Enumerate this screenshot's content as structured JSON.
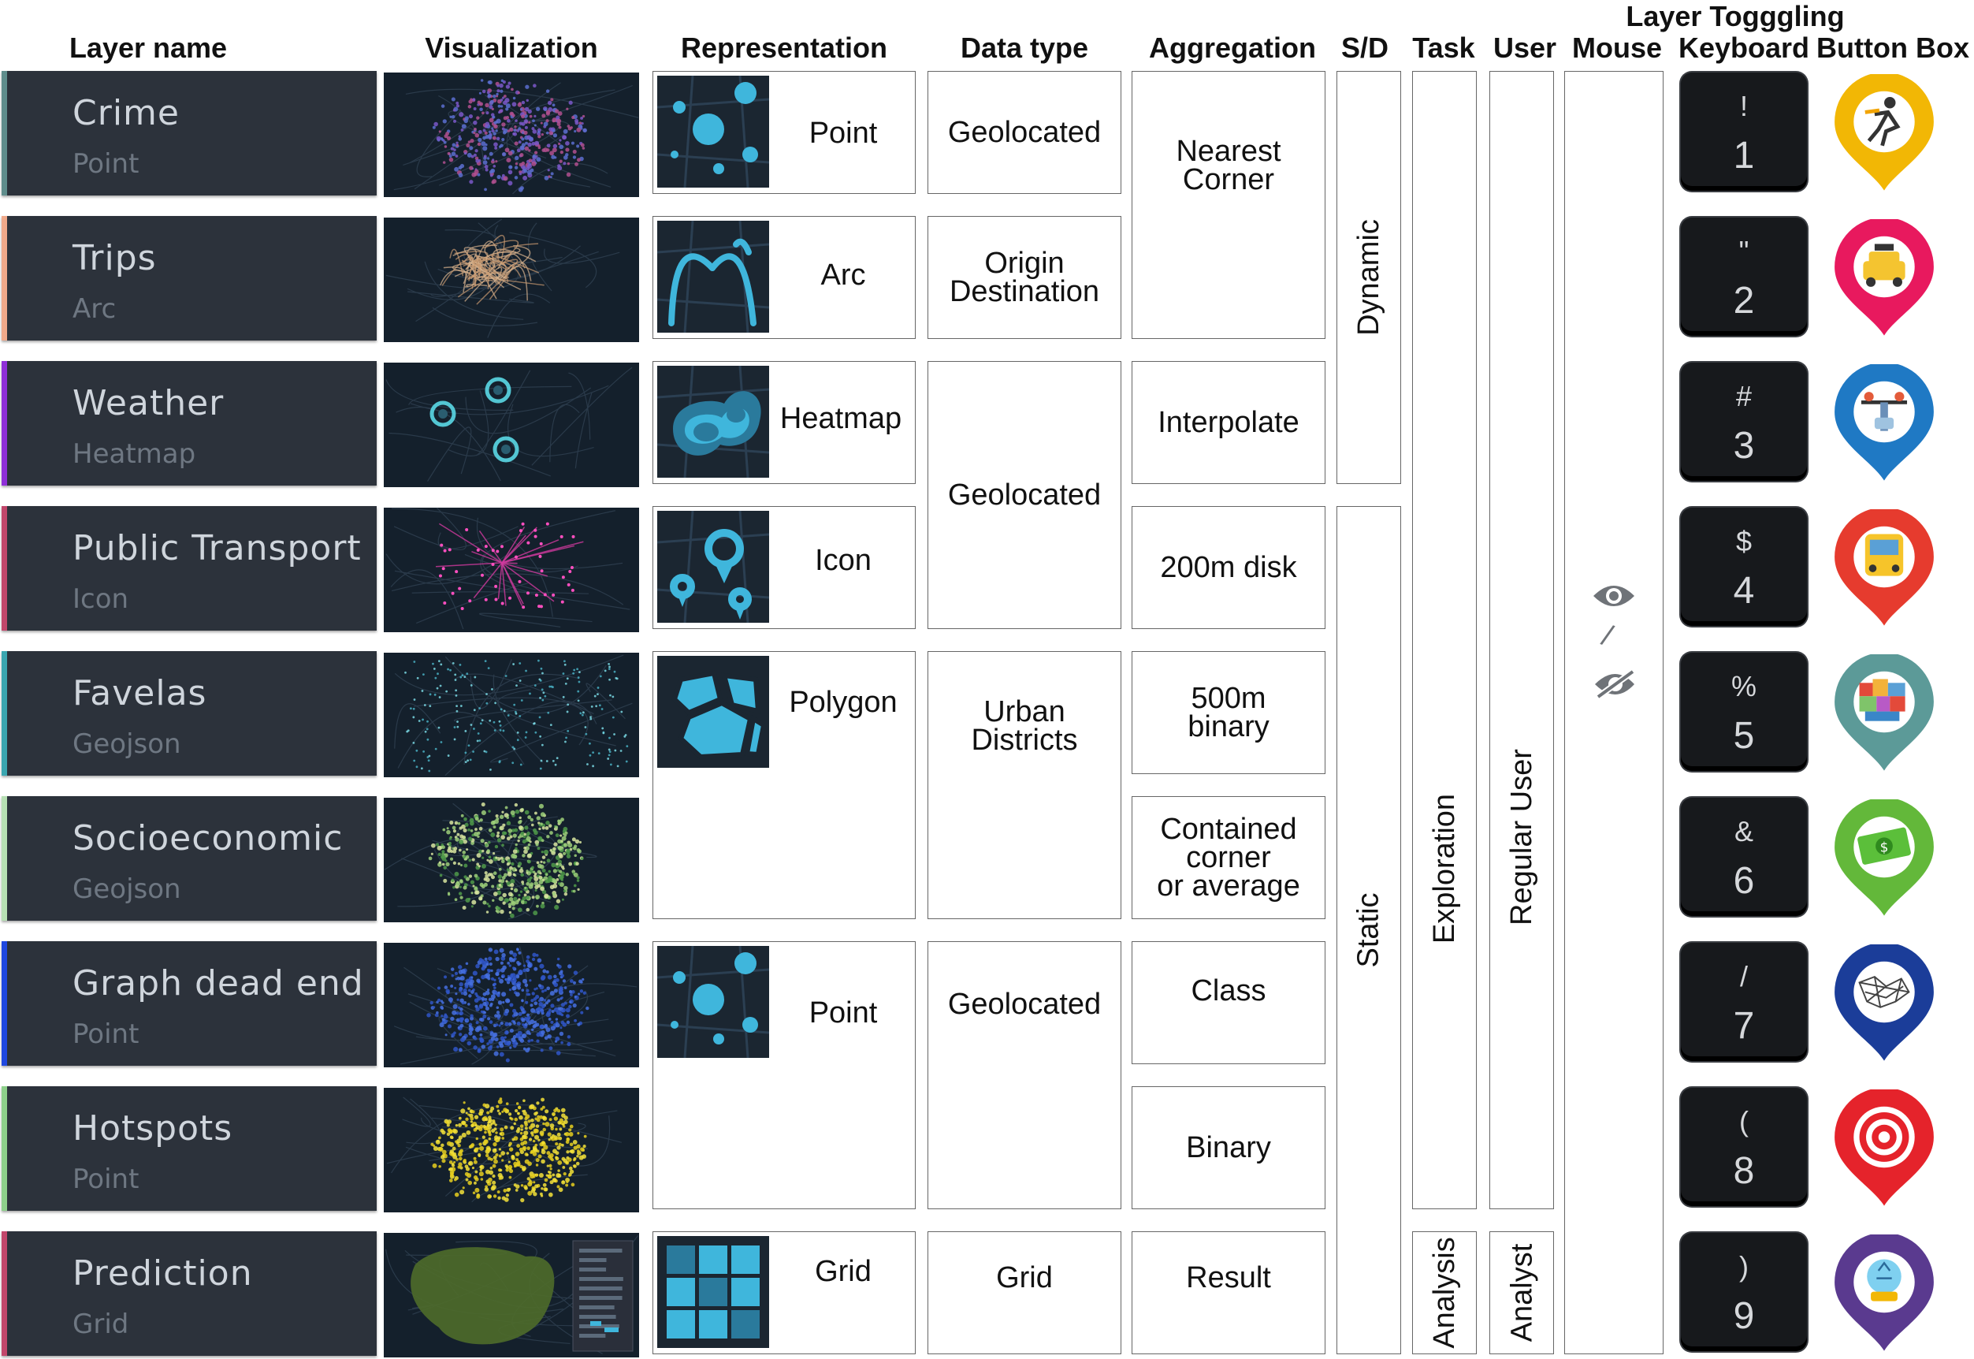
{
  "headers": {
    "layer_name": "Layer name",
    "visualization": "Visualization",
    "representation": "Representation",
    "data_type": "Data type",
    "aggregation": "Aggregation",
    "sd": "S/D",
    "task": "Task",
    "user": "User",
    "layer_toggling": "Layer Togggling",
    "mouse": "Mouse",
    "keyboard": "Keyboard",
    "button_box": "Button Box"
  },
  "layers": [
    {
      "name": "Crime",
      "sub": "Point",
      "accent": "#5f8d8c",
      "viz": "purple-points",
      "key_top": "!",
      "key_num": "1",
      "pin_color": "#f2b705",
      "pin_icon": "runner-icon"
    },
    {
      "name": "Trips",
      "sub": "Arc",
      "accent": "#f0a98a",
      "viz": "beige-arcs",
      "key_top": "\"",
      "key_num": "2",
      "pin_color": "#e8195e",
      "pin_icon": "taxi-icon"
    },
    {
      "name": "Weather",
      "sub": "Heatmap",
      "accent": "#8f2fd8",
      "viz": "cyan-heat",
      "key_top": "#",
      "key_num": "3",
      "pin_color": "#1f79c4",
      "pin_icon": "weather-station-icon"
    },
    {
      "name": "Public Transport",
      "sub": "Icon",
      "accent": "#c2476b",
      "viz": "magenta-network",
      "key_top": "$",
      "key_num": "4",
      "pin_color": "#e63b2e",
      "pin_icon": "bus-icon"
    },
    {
      "name": "Favelas",
      "sub": "Geojson",
      "accent": "#3aa6b0",
      "viz": "cyan-scatter",
      "key_top": "%",
      "key_num": "5",
      "pin_color": "#5c9a98",
      "pin_icon": "favela-icon"
    },
    {
      "name": "Socioeconomic",
      "sub": "Geojson",
      "accent": "#b7e0b4",
      "viz": "green-map",
      "key_top": "&",
      "key_num": "6",
      "pin_color": "#63b83a",
      "pin_icon": "money-icon"
    },
    {
      "name": "Graph dead end",
      "sub": "Point",
      "accent": "#1f48e0",
      "viz": "blue-map",
      "key_top": "/",
      "key_num": "7",
      "pin_color": "#1b3d99",
      "pin_icon": "street-graph-icon"
    },
    {
      "name": "Hotspots",
      "sub": "Point",
      "accent": "#8ed08b",
      "viz": "yellow-map",
      "key_top": "(",
      "key_num": "8",
      "pin_color": "#e5232b",
      "pin_icon": "target-icon"
    },
    {
      "name": "Prediction",
      "sub": "Grid",
      "accent": "#c2476b",
      "viz": "olive-grid",
      "key_top": ")",
      "key_num": "9",
      "pin_color": "#5a3a8f",
      "pin_icon": "crystal-ball-icon"
    }
  ],
  "representation": [
    {
      "label": "Point",
      "icon": "point-icon"
    },
    {
      "label": "Arc",
      "icon": "arc-icon"
    },
    {
      "label": "Heatmap",
      "icon": "heatmap-icon"
    },
    {
      "label": "Icon",
      "icon": "marker-icon"
    },
    {
      "label": "Polygon",
      "icon": "polygon-icon"
    },
    {
      "label": "Point",
      "icon": "point-icon"
    },
    {
      "label": "Grid",
      "icon": "grid-icon"
    }
  ],
  "data_type": [
    "Geolocated",
    "Origin\nDestination",
    "Geolocated",
    "Urban\nDistricts",
    "Geolocated",
    "Grid"
  ],
  "aggregation": [
    "Nearest\nCorner",
    "Interpolate",
    "200m disk",
    "500m\nbinary",
    "Contained\ncorner\nor average",
    "Class",
    "Binary",
    "Result"
  ],
  "sd": [
    "Dynamic",
    "Static"
  ],
  "task": [
    "Exploration",
    "Analysis"
  ],
  "user": [
    "Regular User",
    "Analyst"
  ],
  "mouse": {
    "separator": "/",
    "icons": [
      "eye-icon",
      "eye-slash-icon"
    ]
  },
  "colors": {
    "icon_bg": "#1b2631",
    "icon_fg": "#3fb6dc",
    "card_bg": "#2c323b",
    "map_bg": "#14202c"
  }
}
